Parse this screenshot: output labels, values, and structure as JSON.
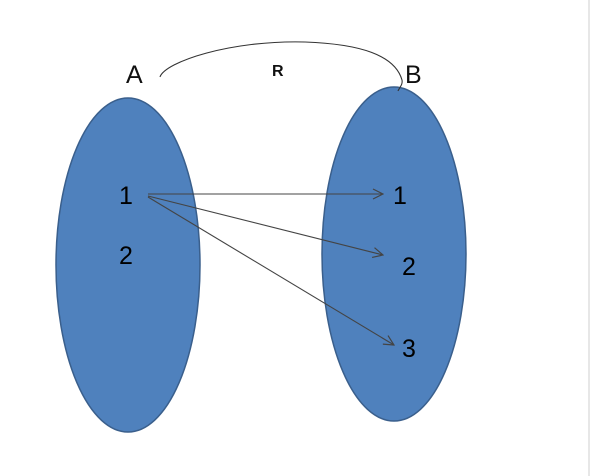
{
  "set_a": {
    "label": "A",
    "elements": [
      "1",
      "2"
    ]
  },
  "set_b": {
    "label": "B",
    "elements": [
      "1",
      "2",
      "3"
    ]
  },
  "relation": {
    "label": "R",
    "mappings": [
      {
        "from": "1",
        "to": "1"
      },
      {
        "from": "1",
        "to": "2"
      },
      {
        "from": "1",
        "to": "3"
      }
    ]
  },
  "colors": {
    "set_fill": "#4f81bd",
    "set_stroke": "#3a5f8c",
    "arrow": "#444444"
  }
}
